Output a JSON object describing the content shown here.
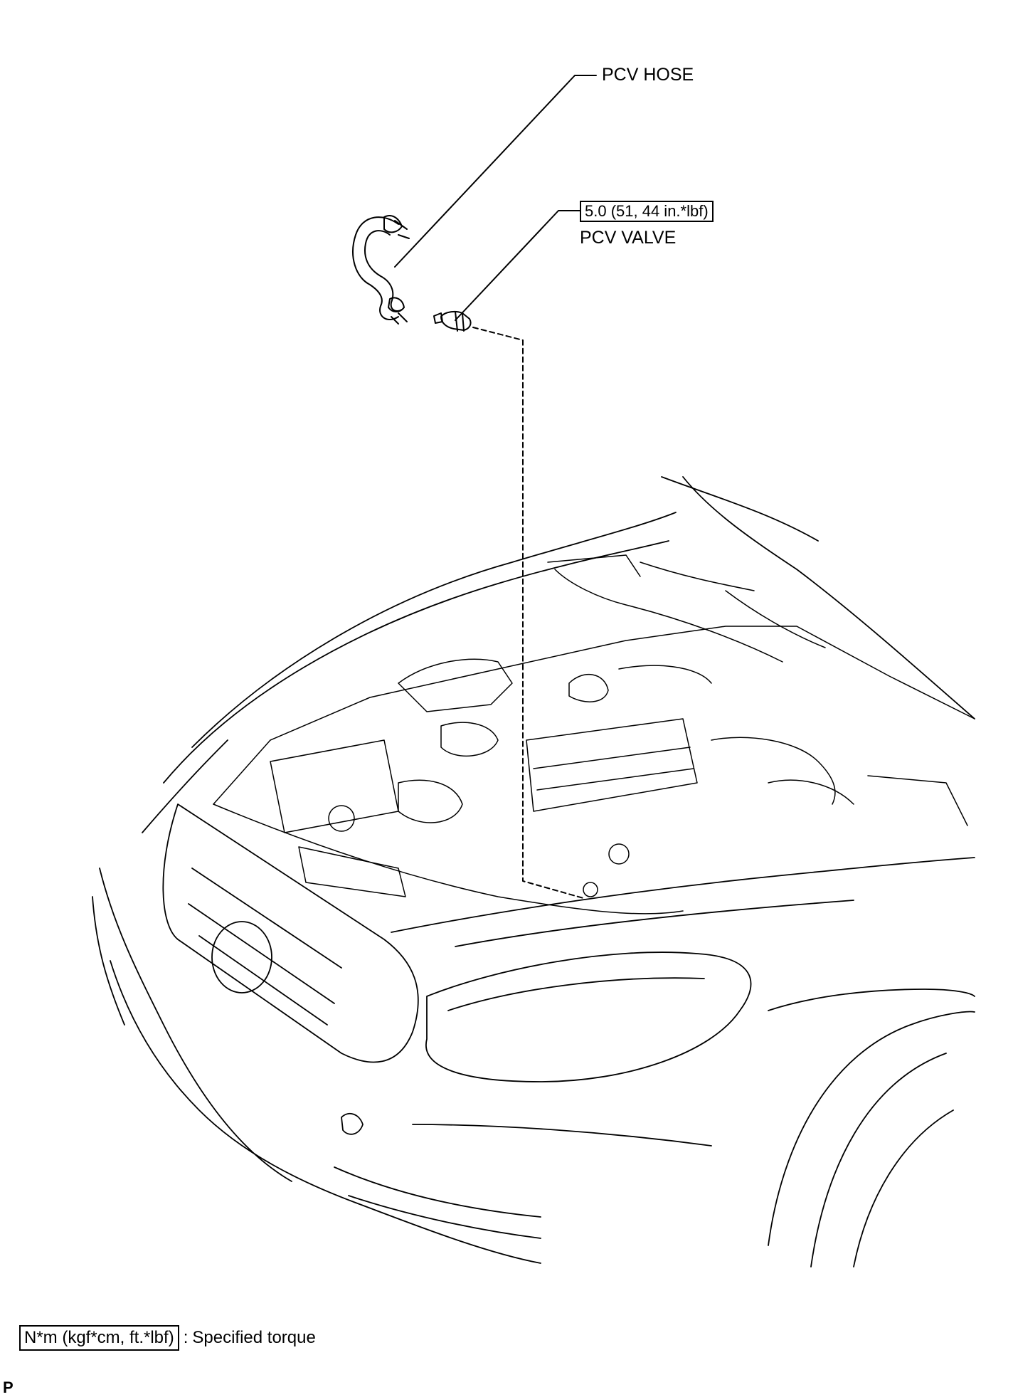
{
  "callouts": {
    "pcv_hose": "PCV HOSE",
    "torque_value": "5.0 (51, 44 in.*lbf)",
    "pcv_valve": "PCV VALVE"
  },
  "legend": {
    "torque_box": "N*m (kgf*cm, ft.*lbf)",
    "separator": ":",
    "description": "Specified torque"
  },
  "corner_mark": "P"
}
